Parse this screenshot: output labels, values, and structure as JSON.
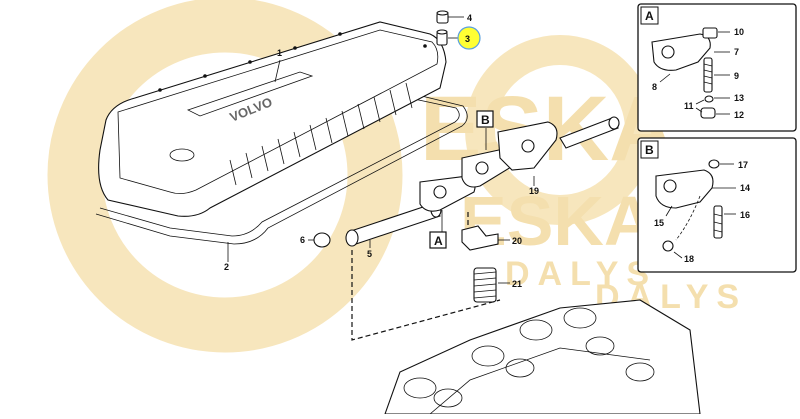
{
  "watermark": {
    "line1": "ESKA",
    "line2": "ESKA",
    "line3": "DALYS",
    "line4": "DALYS",
    "color": "#f4dfae"
  },
  "cover_text": "VOLVO",
  "highlight_color": "#ffff33",
  "highlight_ring_color": "#5aa0e0",
  "callouts": {
    "c1": "1",
    "c2": "2",
    "c3": "3",
    "c4": "4",
    "c5": "5",
    "c6": "6",
    "c19": "19",
    "c20": "20",
    "c21": "21"
  },
  "detail_flags": {
    "A": "A",
    "B": "B"
  },
  "inset_a": {
    "flag": "A",
    "labels": {
      "n7": "7",
      "n8": "8",
      "n9": "9",
      "n10": "10",
      "n11": "11",
      "n12": "12",
      "n13": "13"
    }
  },
  "inset_b": {
    "flag": "B",
    "labels": {
      "n14": "14",
      "n15": "15",
      "n16": "16",
      "n17": "17",
      "n18": "18"
    }
  }
}
